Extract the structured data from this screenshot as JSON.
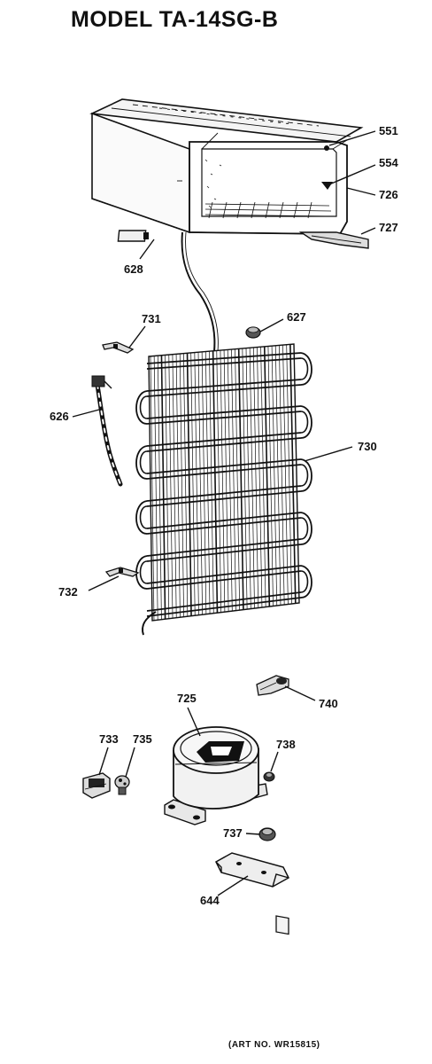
{
  "title": "MODEL TA-14SG-B",
  "art_no": "(ART NO. WR15815)",
  "parts": {
    "p551": "551",
    "p554": "554",
    "p726": "726",
    "p727": "727",
    "p628": "628",
    "p731": "731",
    "p627": "627",
    "p626": "626",
    "p730": "730",
    "p732": "732",
    "p740": "740",
    "p725": "725",
    "p733": "733",
    "p735": "735",
    "p738": "738",
    "p737": "737",
    "p644": "644"
  }
}
